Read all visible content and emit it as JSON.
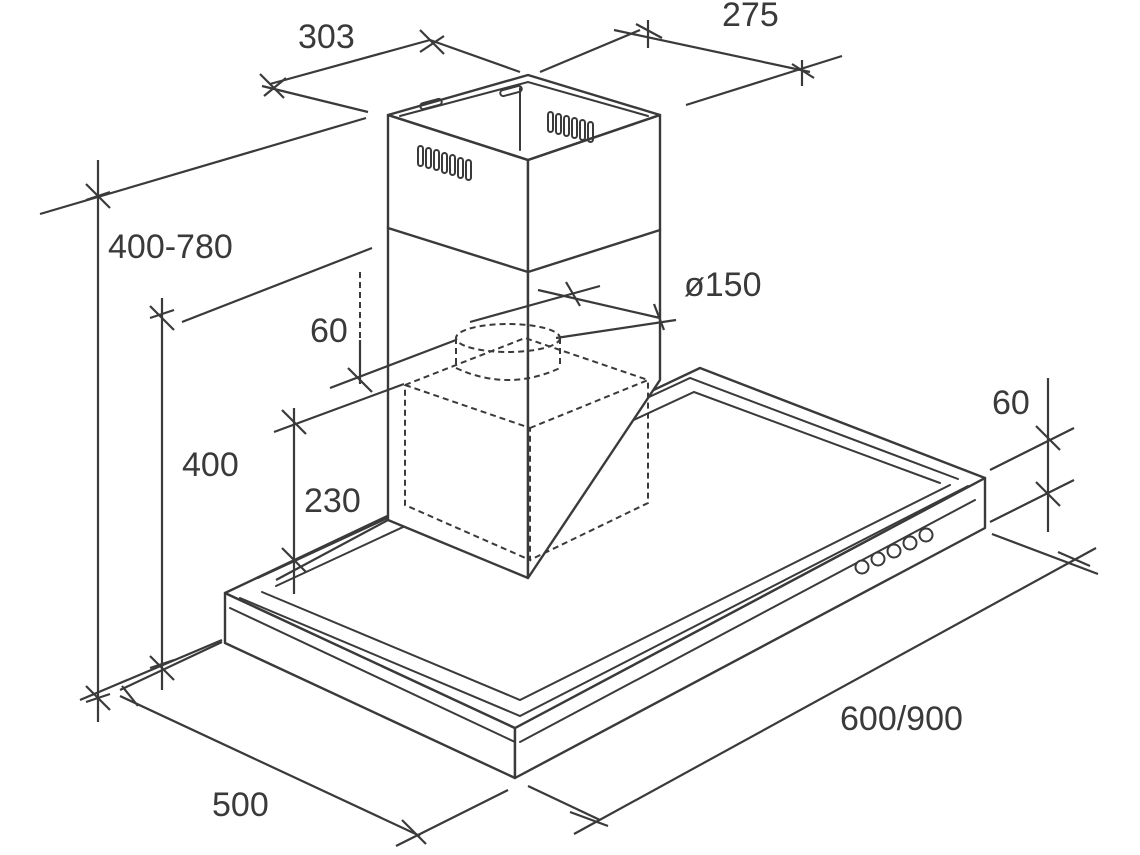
{
  "dimensions": {
    "chimney_width": "303",
    "chimney_depth": "275",
    "total_height": "400-780",
    "duct_diameter": "ø150",
    "duct_offset": "60",
    "chimney_min_height": "400",
    "motor_height": "230",
    "canopy_thickness": "60",
    "canopy_width": "600/900",
    "canopy_depth": "500"
  },
  "colors": {
    "line": "#3a3a3a",
    "background": "#ffffff"
  },
  "controls": {
    "knob_count": 5
  }
}
